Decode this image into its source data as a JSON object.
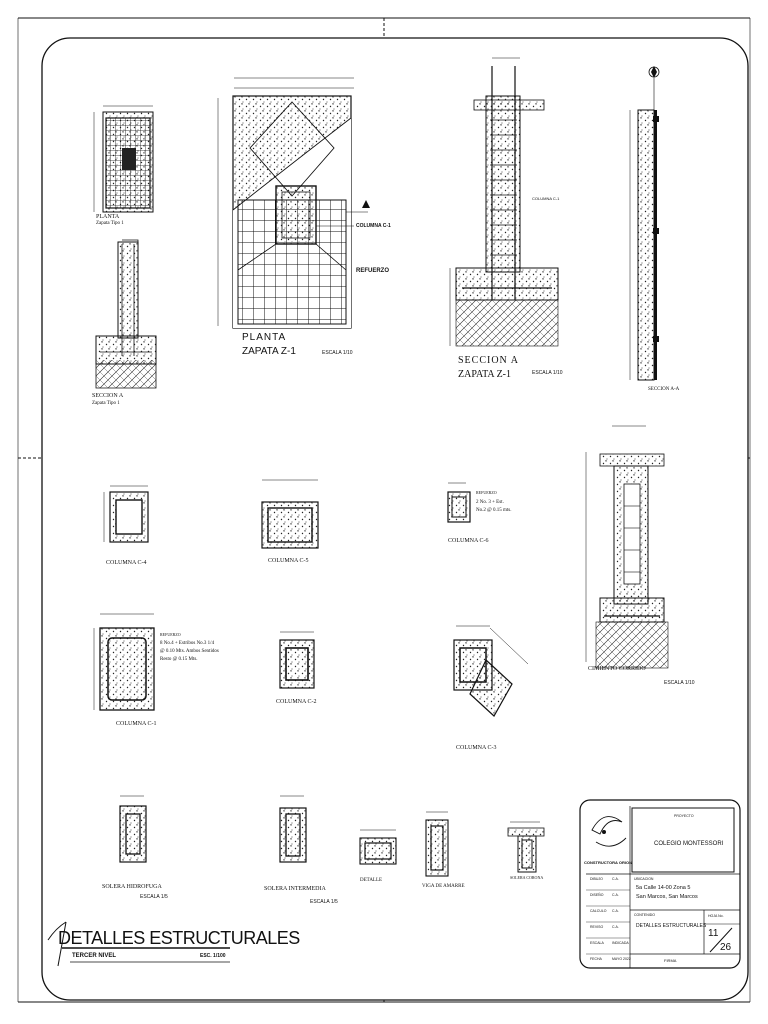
{
  "sheet": {
    "title": "DETALLES ESTRUCTURALES",
    "subtitle": "TERCER NIVEL",
    "scale": "ESC. 1/100"
  },
  "details": {
    "planta_zapata_tipo1": {
      "label": "PLANTA",
      "sub": "Zapata Tipo 1"
    },
    "seccion_zapata_tipo1": {
      "label": "SECCION A",
      "sub": "Zapata Tipo 1"
    },
    "planta_zapata_z1": {
      "label1": "PLANTA",
      "label2": "ZAPATA Z-1",
      "scale": "ESCALA 1/10",
      "col_ref": "COLUMNA C-1",
      "refuerzo": "REFUERZO"
    },
    "seccion_zapata_z1": {
      "label1": "SECCION A",
      "label2": "ZAPATA Z-1",
      "scale": "ESCALA 1/10",
      "col_ref": "COLUMNA C-1"
    },
    "seccion_a": {
      "label": "SECCION A-A"
    },
    "columna_c4": {
      "label": "COLUMNA C-4"
    },
    "columna_c5": {
      "label": "COLUMNA C-5"
    },
    "columna_c6": {
      "label": "COLUMNA C-6",
      "refuerzo": "REFUERZO",
      "line1": "2 No. 3 + Est.",
      "line2": "No.2 @ 0.15 mts."
    },
    "cimiento_corrido": {
      "label": "CIMIENTO CORRIDO",
      "scale": "ESCALA 1/10"
    },
    "columna_c1": {
      "label": "COLUMNA C-1",
      "refuerzo": "REFUERZO",
      "line1": "8 No.4 + Estribos No.3 1/4",
      "line2": "@ 0.10 Mts. Ambos Sentidos",
      "line3": "Resto @ 0.15 Mts."
    },
    "columna_c2": {
      "label": "COLUMNA C-2"
    },
    "columna_c3": {
      "label": "COLUMNA C-3"
    },
    "solera_hidrofuga": {
      "label": "SOLERA HIDROFUGA",
      "scale": "ESCALA 1/5"
    },
    "solera_intermedia": {
      "label": "SOLERA INTERMEDIA",
      "scale": "ESCALA 1/5"
    },
    "detalle": {
      "label": "DETALLE"
    },
    "viga_amarre": {
      "label": "VIGA DE AMARRE"
    },
    "solera_corona": {
      "label": "SOLERA CORONA"
    }
  },
  "title_block": {
    "company": "CONSTRUCTORA ORION",
    "project_label": "PROYECTO",
    "project": "COLEGIO MONTESSORI",
    "location_label": "UBICACION",
    "location1": "5a Calle 14-00 Zona 5",
    "location2": "San Marcos, San Marcos",
    "content_label": "CONTENIDO",
    "content": "DETALLES ESTRUCTURALES",
    "sheet_label": "HOJA No.",
    "sheet_num": "11",
    "sheet_total": "26",
    "firma": "FIRMA",
    "rows": [
      "DIBUJO",
      "DISEÑO",
      "CALCULO",
      "REVISO",
      "ESCALA",
      "FECHA"
    ],
    "values": [
      "C.A.",
      "C.A.",
      "C.A.",
      "C.A.",
      "INDICADA",
      "MAYO 2022"
    ]
  }
}
